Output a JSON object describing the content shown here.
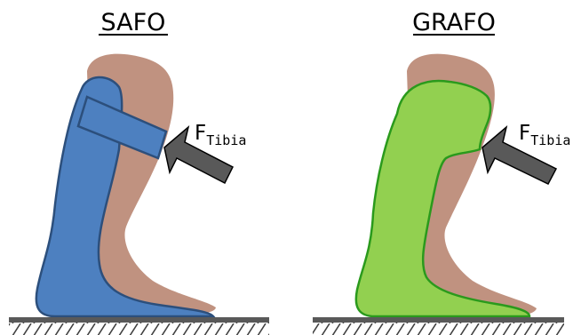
{
  "panels": [
    {
      "title": "SAFO",
      "force_label": "F",
      "force_subscript": "Tibia",
      "orthosis_color": "#4d80c0",
      "orthosis_outline": "#2c4f7c"
    },
    {
      "title": "GRAFO",
      "force_label": "F",
      "force_subscript": "Tibia",
      "orthosis_color": "#92d050",
      "orthosis_outline": "#2a9a1c"
    }
  ],
  "colors": {
    "leg": "#c09280",
    "arrow": "#595959",
    "ground": "#595959"
  }
}
